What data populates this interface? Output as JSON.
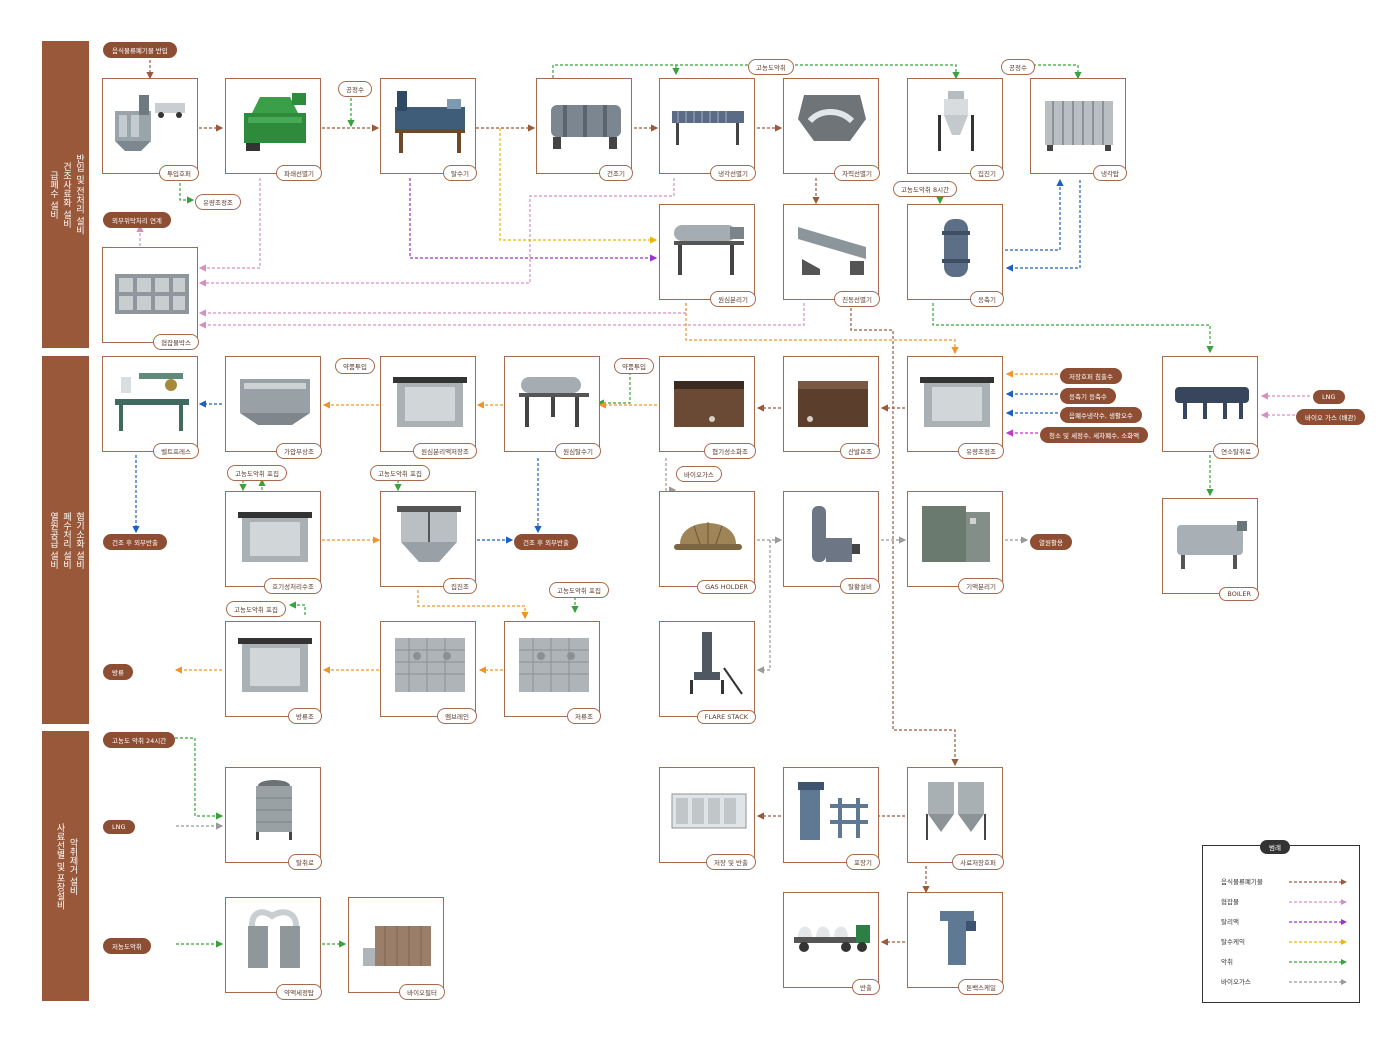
{
  "sections": [
    {
      "id": "s1",
      "label": "반입 및 전처리 설비\n건조사료화 설비\n급폐수 설비"
    },
    {
      "id": "s2",
      "label": "혐기소화 설비\n폐수처리 설비\n열원공급 설비"
    },
    {
      "id": "s3",
      "label": "악취제거 설비\n사료선별 및 포장설비"
    }
  ],
  "boxes": {
    "b_tuip": "투입호퍼",
    "b_pase": "파쇄선별기",
    "b_talsu": "탈수기",
    "b_gunjo": "건조기",
    "b_naeng": "냉각선별기",
    "b_jaryuk": "자력선별기",
    "b_jipjin": "집진기",
    "b_naengtap": "냉각탑",
    "b_wonsim": "원심분리기",
    "b_jindong": "진동선별기",
    "b_eungchuk": "응축기",
    "b_hyupjap": "협잡물박스",
    "b_belt": "벨트프레스",
    "b_gaap": "가압부상조",
    "b_wsbl": "원심분리액저장조",
    "b_wstal": "원심탈수기",
    "b_hyeomgi": "혐기성소화조",
    "b_sanbal": "산발효조",
    "b_yuryang": "유량조정조",
    "b_yeonso": "연소탈취로",
    "b_hogi": "호기성처리수조",
    "b_jipjin2": "집진조",
    "b_gasholder": "GAS HOLDER",
    "b_talhwang": "탈황설비",
    "b_giaek": "기액분리기",
    "b_boiler": "BOILER",
    "b_bangryu": "방류조",
    "b_membrane": "멤브레인",
    "b_jeoryu": "저류조",
    "b_flare": "FLARE STACK",
    "b_talchwiro": "탈취로",
    "b_jangbanchul": "저장 및 반출",
    "b_pojang": "포장기",
    "b_saryojeo": "사료저장호퍼",
    "b_yakaek": "약액세정탑",
    "b_biofilter": "바이오필터",
    "b_banchul": "반출",
    "b_dongaek": "톤백스케일"
  },
  "pills": {
    "p_banip": "음식물류폐기물 반입",
    "p_oebu": "외부위탁처리 연계",
    "p_dry1": "건조 후 외부반출",
    "p_dry2": "건조 후 외부반출",
    "p_yeol": "열원활용",
    "p_bang": "방류",
    "p_lng1": "LNG",
    "p_bio": "바이오 가스 (배관)",
    "p_24": "고농도 악취 24시간",
    "p_lng2": "LNG",
    "p_jeo": "저농도악취",
    "p_r1": "저장호퍼 침출수",
    "p_r2": "응축기 응축수",
    "p_r3": "음폐수냉각수, 생활오수",
    "p_r4": "청소 및 세정수, 세차폐수, 소화액"
  },
  "tags": {
    "t_gong1": "공정수",
    "t_go1": "고농도악취",
    "t_gong2": "공정수",
    "t_yuryang": "유량조정조",
    "t_go8": "고농도악취 8시간",
    "t_yak1": "약품투입",
    "t_yak2": "약품투입",
    "t_go_p1": "고농도악취 포집",
    "t_go_p2": "고농도악취 포집",
    "t_bio": "바이오가스",
    "t_go_p3": "고농도악취 포집",
    "t_go_p4": "고농도악취 포집"
  },
  "legend": {
    "title": "범례",
    "items": [
      {
        "label": "음식물류폐기물",
        "color": "#9a5a3c"
      },
      {
        "label": "협잡물",
        "color": "#d68fc3"
      },
      {
        "label": "탈리액",
        "color": "#9a35c9"
      },
      {
        "label": "탈수케익",
        "color": "#f0b40a"
      },
      {
        "label": "악취",
        "color": "#37a33a"
      },
      {
        "label": "바이오가스",
        "color": "#9a9a9a"
      }
    ]
  },
  "colors": {
    "section": "#9a583a",
    "food": "#9a5a3c",
    "debris": "#d68fc3",
    "filtrate": "#9a35c9",
    "cake": "#f0b40a",
    "odor": "#37a33a",
    "biogas": "#9a9a9a",
    "water": "#1f5fbf",
    "orange": "#f0932a",
    "magenta": "#c13ac9"
  }
}
